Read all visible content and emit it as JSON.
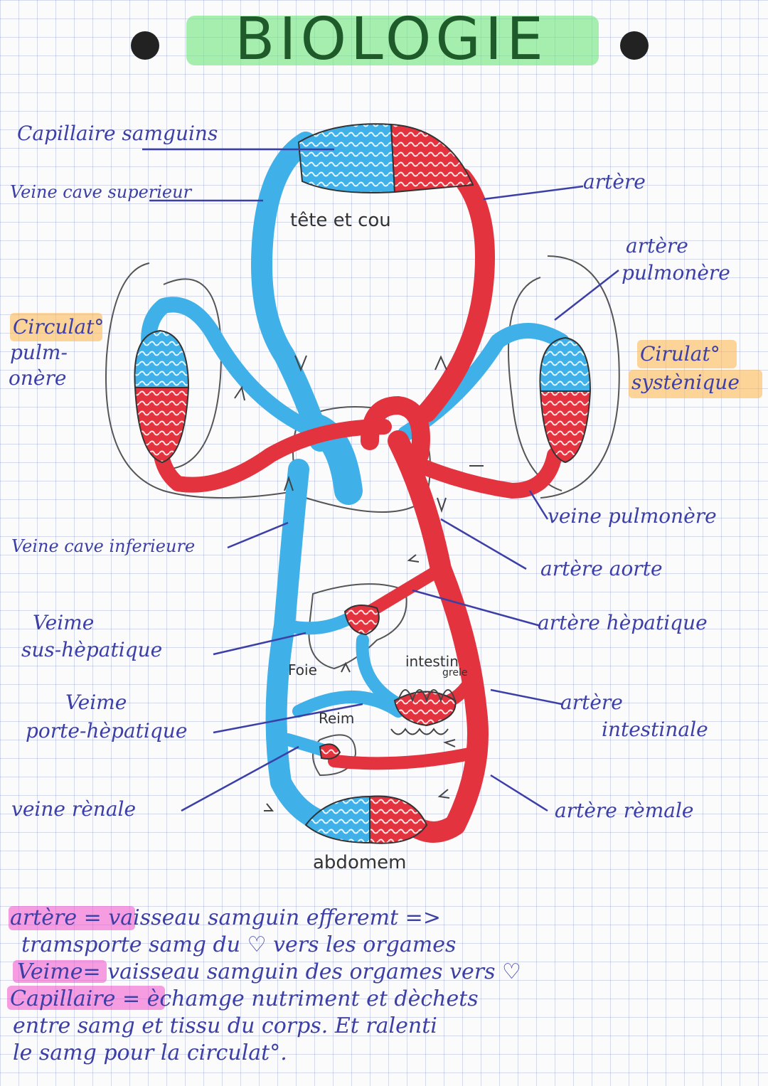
{
  "title": "BIOLOGIE",
  "colors": {
    "vein": "#3fb0e8",
    "artery": "#e2333f",
    "ink": "#3b3fa6",
    "title_highlight": "#6ee678",
    "note_highlight": "#f050c8",
    "label_highlight": "#ffb446"
  },
  "labels": {
    "capillaire": "Capillaire samguins",
    "veine_cave_sup": "Veine cave superieur",
    "artere_top": "artère",
    "artere_pulm_1": "artère",
    "artere_pulm_2": "pulmonère",
    "circ_pulm_1": "Circulat°",
    "circ_pulm_2": "pulm-",
    "circ_pulm_3": "onère",
    "circ_syst_1": "Cirulat°",
    "circ_syst_2": "systènique",
    "veine_pulm": "veine pulmonère",
    "veine_cave_inf": "Veine cave inferieure",
    "artere_aorte": "artère aorte",
    "veine_sus_1": "Veime",
    "veine_sus_2": "sus-hèpatique",
    "artere_hep": "artère hèpatique",
    "veine_porte_1": "Veime",
    "veine_porte_2": "porte-hèpatique",
    "artere_int_1": "artère",
    "artere_int_2": "intestinale",
    "veine_renale": "veine rènale",
    "artere_renale": "artère rèmale"
  },
  "diagram_labels": {
    "tete": "tête et cou",
    "foie": "Foie",
    "intestin": "intestin",
    "grele": "grele",
    "rein": "Reim",
    "abdomen": "abdomem"
  },
  "notes": {
    "line1_term": "artère",
    "line1_rest": " = vaisseau samguin efferemt =>",
    "line2": "tramsporte samg du ♡ vers les orgames",
    "line3_term": "Veime",
    "line3_rest": "= vaisseau samguin des orgames vers ♡",
    "line4_term": "Capillaire",
    "line4_rest": " = èchamge nutriment et dèchets",
    "line5": "entre samg et tissu du corps. Et ralenti",
    "line6": "le samg pour la circulat°."
  }
}
